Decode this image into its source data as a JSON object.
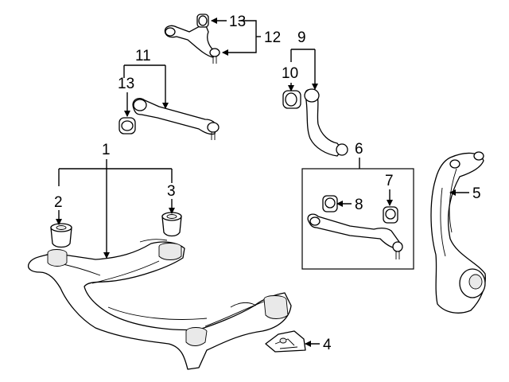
{
  "callouts": {
    "c1": "1",
    "c2": "2",
    "c3": "3",
    "c4": "4",
    "c5": "5",
    "c6": "6",
    "c7": "7",
    "c8": "8",
    "c9": "9",
    "c10": "10",
    "c11": "11",
    "c12": "12",
    "c13a": "13",
    "c13b": "13"
  }
}
